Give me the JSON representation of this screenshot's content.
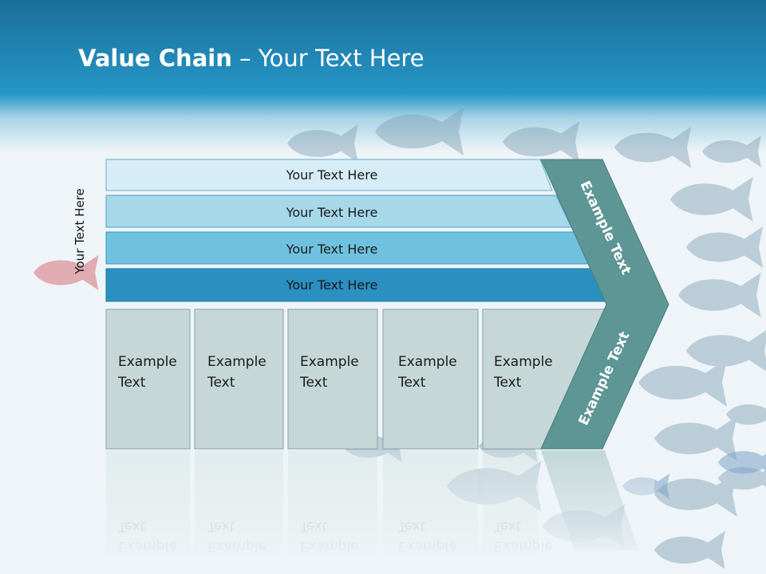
{
  "title": {
    "bold": "Value Chain",
    "rest": " – Your Text Here"
  },
  "side_label": "Your Text Here",
  "bars": [
    {
      "label": "Your Text Here"
    },
    {
      "label": "Your Text Here"
    },
    {
      "label": "Your Text Here"
    },
    {
      "label": "Your Text Here"
    }
  ],
  "boxes": [
    {
      "line1": "Example",
      "line2": "Text"
    },
    {
      "line1": "Example",
      "line2": "Text"
    },
    {
      "line1": "Example",
      "line2": "Text"
    },
    {
      "line1": "Example",
      "line2": "Text"
    },
    {
      "line1": "Example",
      "line2": "Text"
    }
  ],
  "chevron": {
    "upper_label": "Example Text",
    "lower_label": "Example Text"
  },
  "colors": {
    "bar1": "#d6ecf6",
    "bar2": "#a6d8ea",
    "bar3": "#6fc2df",
    "bar4": "#2a90c1",
    "box_fill": "#c5d8d7",
    "chevron": "#5e9595",
    "header": "#2596c8"
  }
}
